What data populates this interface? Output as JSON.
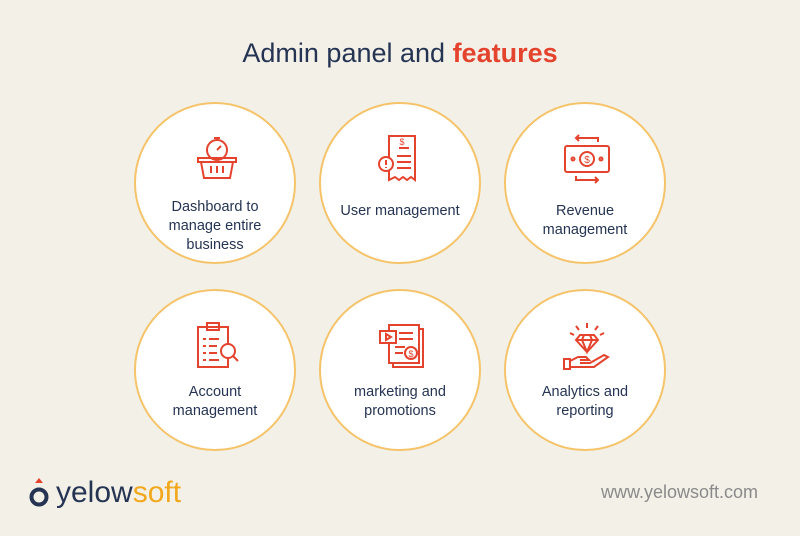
{
  "title": {
    "main": "Admin panel and",
    "highlight": "features"
  },
  "features": [
    {
      "label": "Dashboard to manage entire business",
      "icon": "basket-stopwatch-icon"
    },
    {
      "label": "User management",
      "icon": "invoice-alert-icon"
    },
    {
      "label": "Revenue management",
      "icon": "money-exchange-icon"
    },
    {
      "label": "Account management",
      "icon": "clipboard-search-icon"
    },
    {
      "label": "marketing and promotions",
      "icon": "media-documents-icon"
    },
    {
      "label": "Analytics and reporting",
      "icon": "diamond-hand-icon"
    }
  ],
  "footer": {
    "logo_a": "yelow",
    "logo_b": "soft",
    "url": "www.yelowsoft.com"
  },
  "colors": {
    "accent": "#e4432d",
    "navy": "#253453",
    "ring": "#f5c46a"
  }
}
